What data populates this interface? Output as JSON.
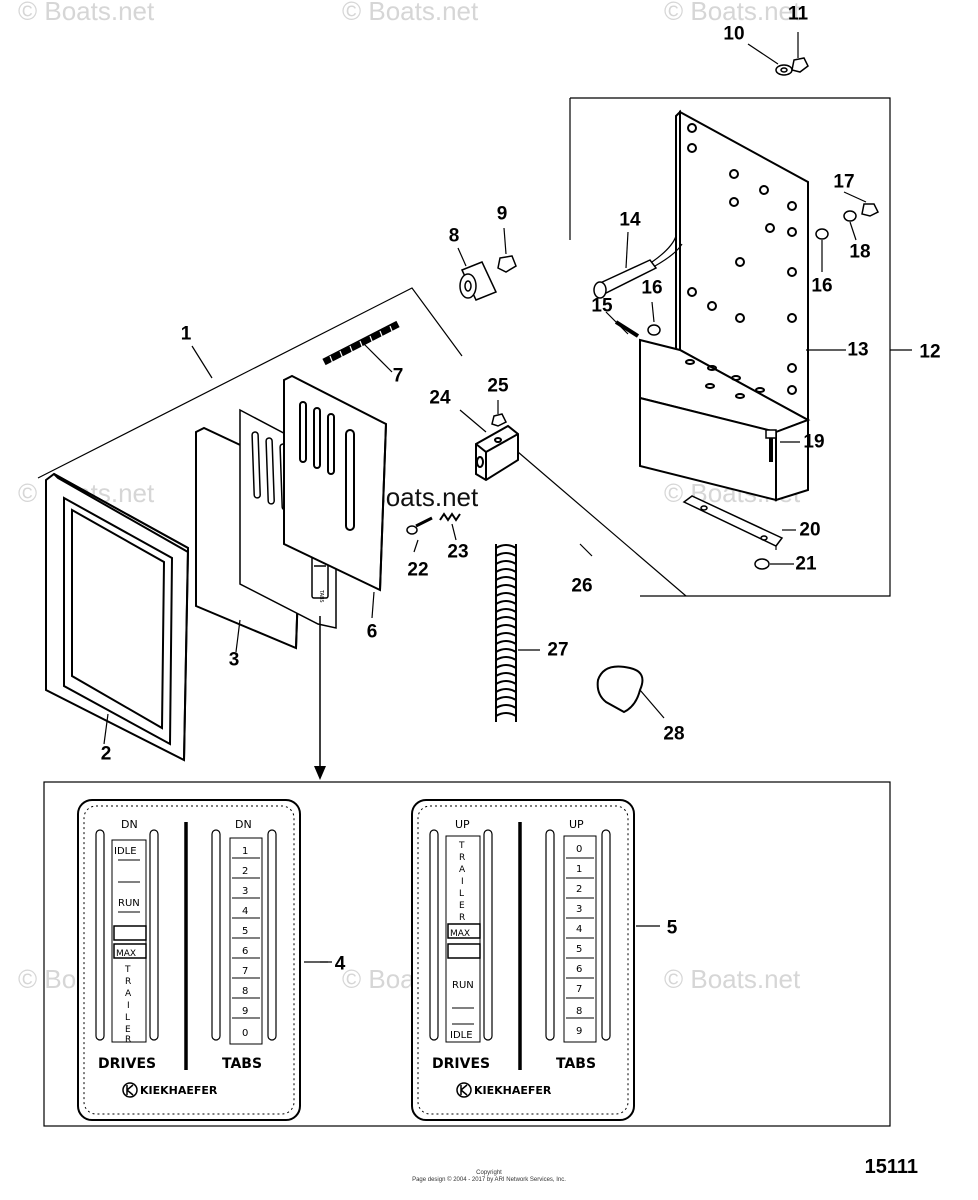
{
  "watermarks": {
    "top_left": "© Boats.net",
    "top_center": "© Boats.net",
    "top_right": "© Boats.net",
    "mid_left": "© Boats.net",
    "mid_center": "© Boats.net",
    "mid_right": "© Boats.net",
    "low_left": "© Boats.net",
    "low_center": "© Boats.net",
    "low_right": "© Boats.net"
  },
  "callouts": [
    "1",
    "2",
    "3",
    "4",
    "5",
    "6",
    "7",
    "8",
    "9",
    "10",
    "11",
    "12",
    "13",
    "14",
    "15",
    "16",
    "16",
    "17",
    "18",
    "19",
    "20",
    "21",
    "22",
    "23",
    "24",
    "25",
    "26",
    "27",
    "28"
  ],
  "panel_left": {
    "drives_title": "DRIVES",
    "tabs_title": "TABS",
    "drives_top": "DN",
    "tabs_top": "DN",
    "drives_scale": [
      "IDLE",
      "RUN",
      "MAX",
      "T",
      "R",
      "A",
      "I",
      "L",
      "E",
      "R"
    ],
    "tabs_scale": [
      "1",
      "2",
      "3",
      "4",
      "5",
      "6",
      "7",
      "8",
      "9",
      "0"
    ],
    "brand": "KIEKHAEFER"
  },
  "panel_right": {
    "drives_title": "DRIVES",
    "tabs_title": "TABS",
    "drives_top": "UP",
    "tabs_top": "UP",
    "drives_scale": [
      "T",
      "R",
      "A",
      "I",
      "L",
      "E",
      "R",
      "MAX",
      "RUN",
      "IDLE"
    ],
    "tabs_scale": [
      "0",
      "1",
      "2",
      "3",
      "4",
      "5",
      "6",
      "7",
      "8",
      "9"
    ],
    "brand": "KIEKHAEFER"
  },
  "faceplate_text": {
    "up": "UP",
    "tabs": "TABS"
  },
  "drawing_number": "15111",
  "copyright_line1": "Copyright",
  "copyright_line2": "Page design © 2004 - 2017 by ARI Network Services, Inc."
}
